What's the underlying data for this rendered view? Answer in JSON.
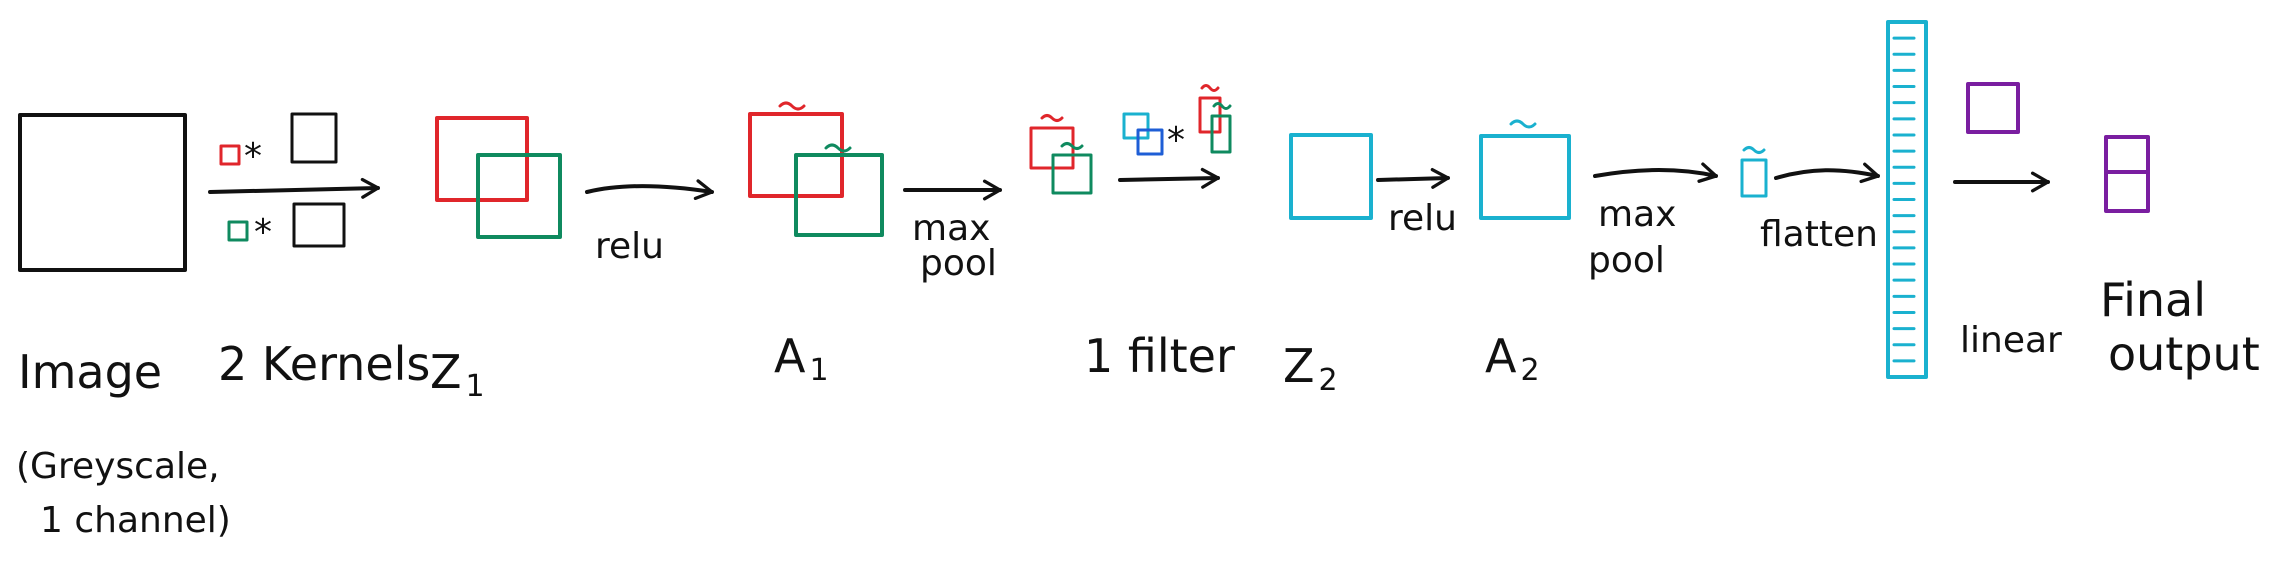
{
  "labels": {
    "image": "Image",
    "image_note_1": "(Greyscale,",
    "image_note_2": "1 channel)",
    "kernels": "2 Kernels",
    "z1": "Z",
    "z1_sub": "1",
    "a1": "A",
    "a1_sub": "1",
    "filter": "1 filter",
    "z2": "Z",
    "z2_sub": "2",
    "a2": "A",
    "a2_sub": "2",
    "linear": "linear",
    "final_1": "Final",
    "final_2": "output"
  },
  "arrow_labels": {
    "relu_1": "relu",
    "maxpool_1_a": "max",
    "maxpool_1_b": "pool",
    "relu_2": "relu",
    "maxpool_2_a": "max",
    "maxpool_2_b": "pool",
    "flatten": "flatten"
  },
  "operators": {
    "conv": "*"
  },
  "colors": {
    "ink": "#111111",
    "red": "#e0262b",
    "green": "#0f8a5f",
    "blue": "#1e5ed6",
    "cyan": "#1ab1cf",
    "purple": "#7a1ea0"
  }
}
